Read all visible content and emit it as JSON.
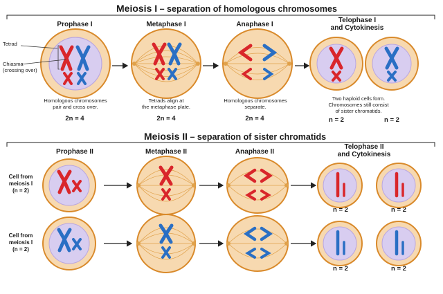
{
  "meiosis1": {
    "title_bold": "Meiosis I",
    "title_rest": " – separation of homologous chromosomes",
    "stages": [
      "Prophase I",
      "Metaphase I",
      "Anaphase I",
      "Telophase I\nand Cytokinesis"
    ],
    "captions": [
      "Homologous chromosomes\npair and cross over.",
      "Tetrads align at\nthe metaphase plate.",
      "Homologous chromosomes\nseparate.",
      "Two haploid cells form.\nChromosomes still consist\nof sister chromatids."
    ],
    "ploidy": [
      "2n = 4",
      "2n = 4",
      "2n = 4",
      "n = 2",
      "n = 2"
    ],
    "labels": {
      "tetrad": "Tetrad",
      "chiasma": "Chiasma\n(crossing over)"
    }
  },
  "meiosis2": {
    "title_bold": "Meiosis II",
    "title_rest": " – separation of sister chromatids",
    "stages": [
      "Prophase II",
      "Metaphase II",
      "Anaphase II",
      "Telophase II\nand Cytokinesis"
    ],
    "row_labels": [
      "Cell from\nmeiosis I\n(n = 2)",
      "Cell from\nmeiosis I\n(n = 2)"
    ],
    "ploidy_row1": [
      "n = 2",
      "n = 2"
    ],
    "ploidy_row2": [
      "n = 2",
      "n = 2"
    ]
  },
  "colors": {
    "maternal": "#d9262b",
    "paternal": "#2a6fc4",
    "cytoplasm": "#f7d9b0",
    "cell_border": "#d98a2b",
    "nucleus": "#d8cdf0",
    "spindle": "#e0a14a"
  }
}
